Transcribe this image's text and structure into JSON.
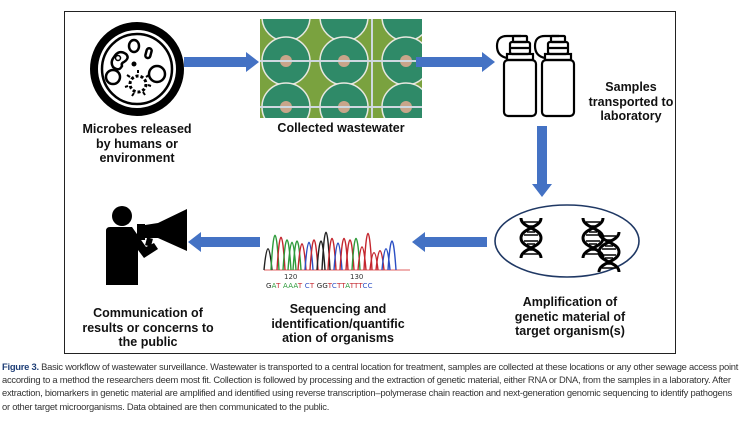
{
  "diagram": {
    "steps": [
      {
        "id": "microbes",
        "label": "Microbes released by humans or environment",
        "icon": "petri-dish-microbes-icon"
      },
      {
        "id": "wastewater",
        "label": "Collected wastewater",
        "icon": "wastewater-treatment-photo"
      },
      {
        "id": "samples",
        "label": "Samples transported to laboratory",
        "icon": "sample-bottles-icon"
      },
      {
        "id": "amplification",
        "label": "Amplification of genetic material of target organism(s)",
        "icon": "dna-helix-icon"
      },
      {
        "id": "sequencing",
        "label": "Sequencing and identification/quantific ation of organisms",
        "icon": "chromatogram-icon"
      },
      {
        "id": "communication",
        "label": "Communication of results or concerns to the public",
        "icon": "megaphone-person-icon"
      }
    ],
    "labels_lines": {
      "microbes": [
        "Microbes released",
        "by humans or",
        "environment"
      ],
      "wastewater": [
        "Collected wastewater"
      ],
      "samples": [
        "Samples",
        "transported to",
        "laboratory"
      ],
      "amplification": [
        "Amplification of",
        "genetic material of",
        "target organism(s)"
      ],
      "sequencing": [
        "Sequencing and",
        "identification/quantific",
        "ation of organisms"
      ],
      "communication": [
        "Communication of",
        "results or concerns to",
        "the public"
      ]
    },
    "chromatogram": {
      "tick_labels": [
        "120",
        "130"
      ],
      "sequence": [
        {
          "b": "G"
        },
        {
          "b": "A"
        },
        {
          "b": "T"
        },
        {
          "b": " "
        },
        {
          "b": "A"
        },
        {
          "b": "A"
        },
        {
          "b": "A"
        },
        {
          "b": "T"
        },
        {
          "b": " "
        },
        {
          "b": "C"
        },
        {
          "b": "T"
        },
        {
          "b": " "
        },
        {
          "b": "G"
        },
        {
          "b": "G"
        },
        {
          "b": "T"
        },
        {
          "b": "C"
        },
        {
          "b": "T"
        },
        {
          "b": "T"
        },
        {
          "b": "A"
        },
        {
          "b": "T"
        },
        {
          "b": "T"
        },
        {
          "b": "T"
        },
        {
          "b": "C"
        },
        {
          "b": "C"
        }
      ],
      "base_colors": {
        "A": "#2e9a3a",
        "C": "#2b4fc4",
        "G": "#222222",
        "T": "#c4262e"
      }
    },
    "colors": {
      "arrow": "#4472c4",
      "ellipse": "#1f3864",
      "frame": "#222222"
    }
  },
  "caption": {
    "figure_label": "Figure 3.",
    "text": " Basic workflow of wastewater surveillance. Wastewater is transported to a central location for treatment, samples are collected at these locations or any other sewage access point according to a method the researchers deem most fit. Collection is followed by processing and the extraction of genetic material, either RNA or DNA, from the samples in a laboratory. After extraction, biomarkers in genetic material are amplified and identified using reverse transcription–polymerase chain reaction and next-generation genomic sequencing to identify pathogens or other target microorganisms. Data obtained are then communicated to the public."
  }
}
